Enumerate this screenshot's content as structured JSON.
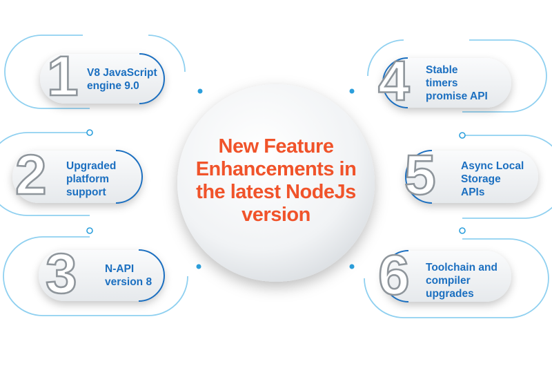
{
  "colors": {
    "title": "#f0532a",
    "label": "#1b6fc0",
    "outline": "#8fd0f0",
    "dot": "#2c9fdc",
    "number_stroke": "#8e959b"
  },
  "center": {
    "lines": [
      "New Feature",
      "Enhancements in",
      "the latest NodeJs",
      "version"
    ]
  },
  "features": [
    {
      "number": "1",
      "lines": [
        "V8 JavaScript",
        "engine 9.0"
      ]
    },
    {
      "number": "2",
      "lines": [
        "Upgraded",
        "platform",
        "support"
      ]
    },
    {
      "number": "3",
      "lines": [
        "N-API",
        "version 8"
      ]
    },
    {
      "number": "4",
      "lines": [
        "Stable",
        "timers",
        "promise API"
      ]
    },
    {
      "number": "5",
      "lines": [
        "Async Local",
        "Storage",
        "APIs"
      ]
    },
    {
      "number": "6",
      "lines": [
        "Toolchain and",
        "compiler",
        "upgrades"
      ]
    }
  ]
}
